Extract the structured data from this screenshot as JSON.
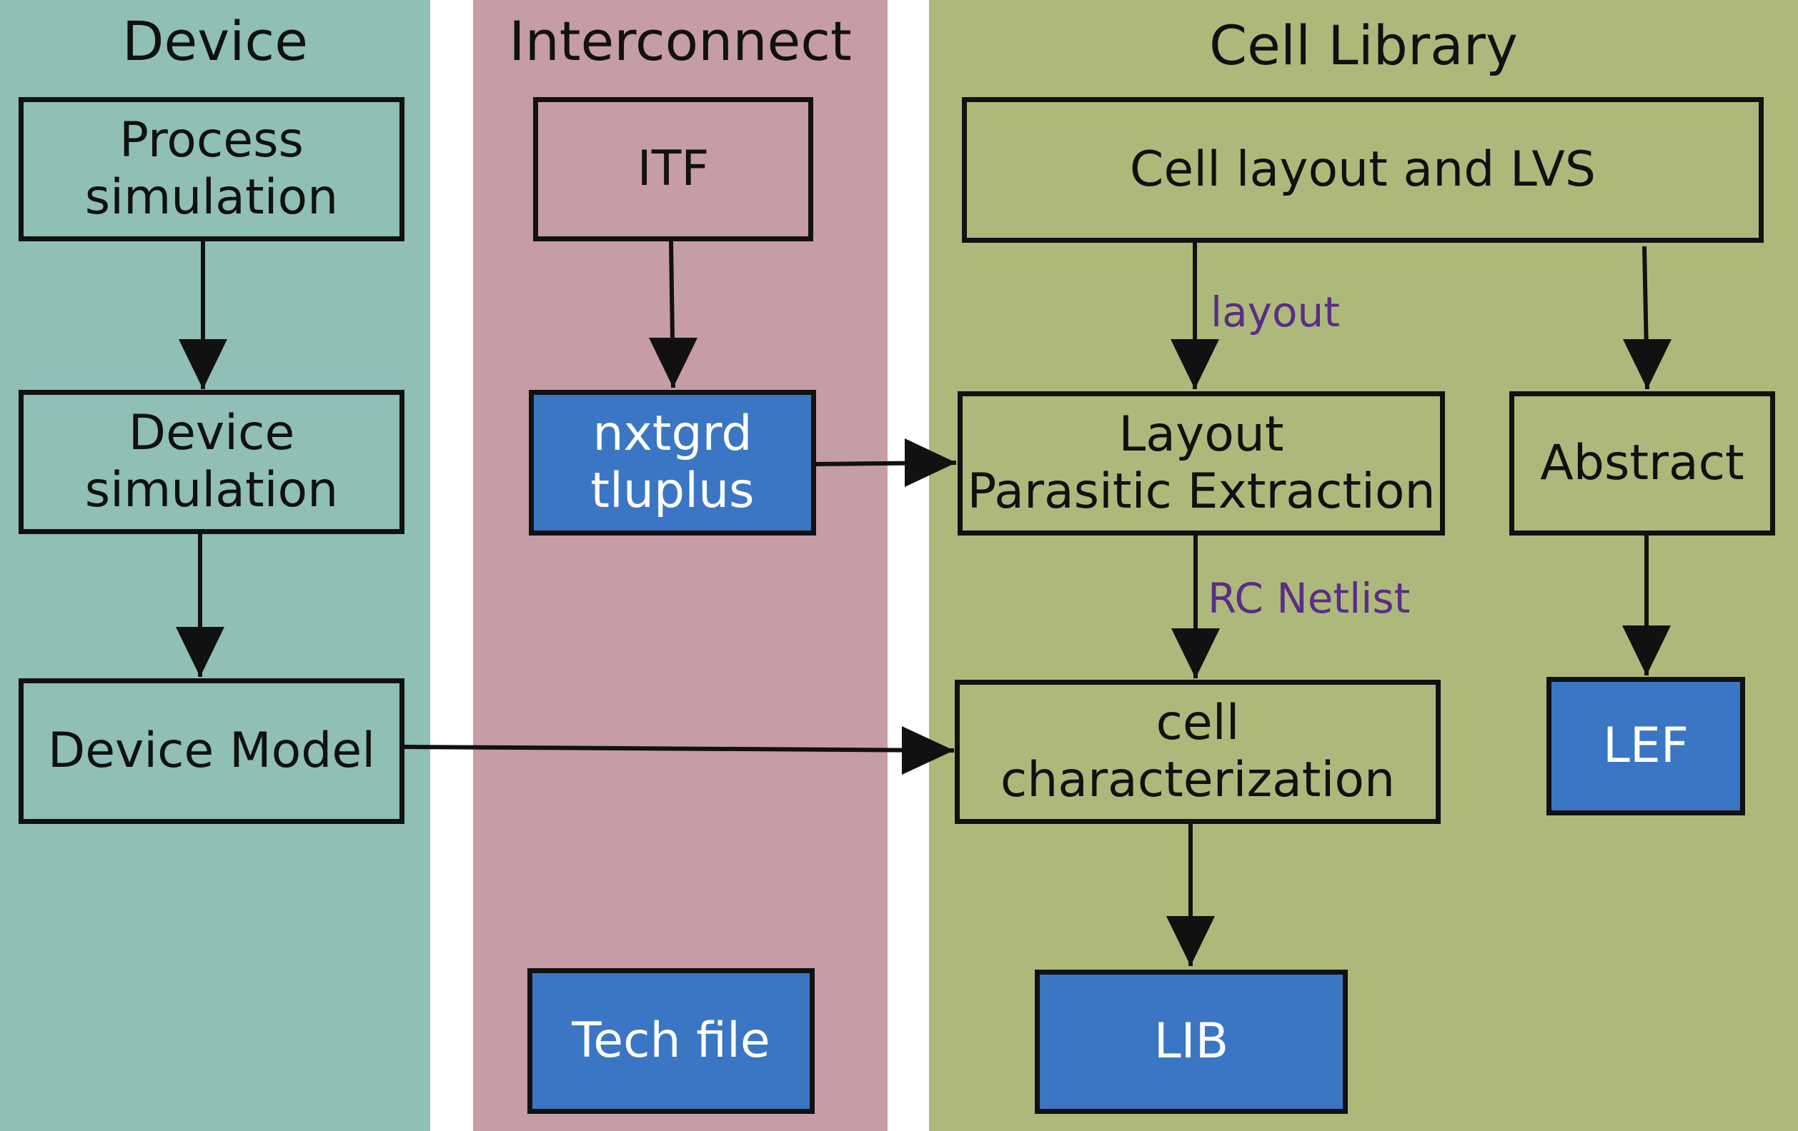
{
  "colors": {
    "device_lane": "#8fbfb6",
    "interconnect_lane": "#c69ca5",
    "cell_library_lane": "#adb97a",
    "output_box": "#3a76c4",
    "edge_label": "#5a2d86",
    "stroke": "#111111"
  },
  "lanes": {
    "device": {
      "title": "Device"
    },
    "interconnect": {
      "title": "Interconnect"
    },
    "cell_library": {
      "title": "Cell Library"
    }
  },
  "nodes": {
    "process_simulation": {
      "line1": "Process",
      "line2": "simulation"
    },
    "device_simulation": {
      "line1": "Device",
      "line2": "simulation"
    },
    "device_model": {
      "label": "Device Model"
    },
    "itf": {
      "label": "ITF"
    },
    "nxtgrd_tluplus": {
      "line1": "nxtgrd",
      "line2": "tluplus"
    },
    "tech_file": {
      "label": "Tech file"
    },
    "cell_layout_lvs": {
      "label": "Cell layout and LVS"
    },
    "layout_parasitic_extraction": {
      "line1": "Layout",
      "line2": "Parasitic Extraction"
    },
    "abstract": {
      "label": "Abstract"
    },
    "cell_characterization": {
      "line1": "cell",
      "line2": "characterization"
    },
    "lef": {
      "label": "LEF"
    },
    "lib": {
      "label": "LIB"
    }
  },
  "edge_labels": {
    "layout": "layout",
    "rc_netlist": "RC Netlist"
  },
  "edges": [
    {
      "from": "process_simulation",
      "to": "device_simulation"
    },
    {
      "from": "device_simulation",
      "to": "device_model"
    },
    {
      "from": "device_model",
      "to": "cell_characterization"
    },
    {
      "from": "itf",
      "to": "nxtgrd_tluplus"
    },
    {
      "from": "nxtgrd_tluplus",
      "to": "layout_parasitic_extraction"
    },
    {
      "from": "cell_layout_lvs",
      "to": "layout_parasitic_extraction",
      "label": "layout"
    },
    {
      "from": "cell_layout_lvs",
      "to": "abstract"
    },
    {
      "from": "layout_parasitic_extraction",
      "to": "cell_characterization",
      "label": "RC Netlist"
    },
    {
      "from": "abstract",
      "to": "lef"
    },
    {
      "from": "cell_characterization",
      "to": "lib"
    }
  ]
}
